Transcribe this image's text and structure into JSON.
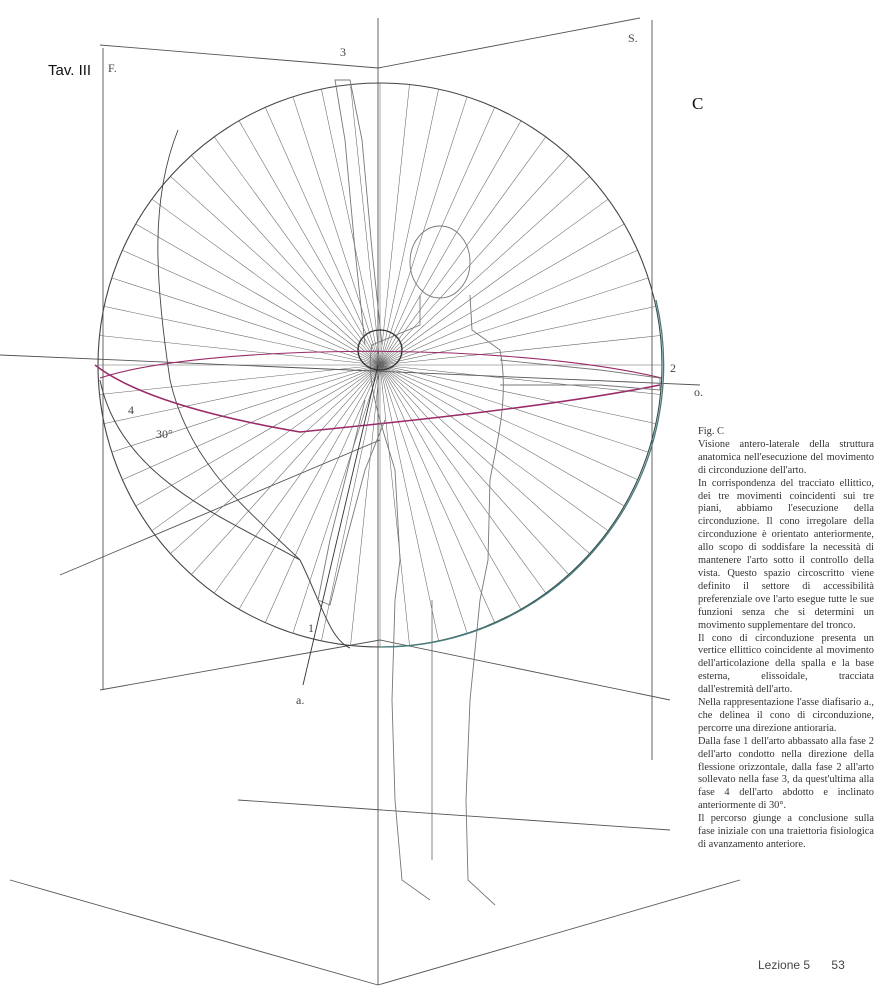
{
  "plate": {
    "label": "Tav. III",
    "figure_letter": "C"
  },
  "diagram_labels": {
    "frontal_plane": "F.",
    "sagittal_plane": "S.",
    "phase_3": "3",
    "phase_2": "2",
    "phase_4": "4",
    "phase_1": "1",
    "angle": "30°",
    "axis_o": "o.",
    "axis_a": "a."
  },
  "caption": {
    "title": "Fig. C",
    "paragraphs": [
      "Visione antero-laterale della struttura anatomica nell'esecuzione del movimento di circonduzione dell'arto.",
      "In corrispondenza del tracciato ellittico, dei tre movimenti coincidenti sui tre piani, abbiamo l'esecuzione della circonduzione. Il cono irregolare della circonduzione è orientato anteriormente, allo scopo di soddisfare la necessità di mantenere l'arto sotto il controllo della vista. Questo spazio circoscritto viene definito il settore di accessibilità preferenziale ove l'arto esegue tutte le sue funzioni senza che si determini un movimento supplementare del tronco.",
      "Il cono di circonduzione presenta un vertice ellittico coincidente al movimento dell'articolazione della spalla e la base esterna, elissoidale, tracciata dall'estremità dell'arto.",
      "Nella rappresentazione l'asse diafisario a., che delinea il cono di circonduzione, percorre una direzione antioraria.",
      "Dalla fase 1 dell'arto abbassato alla fase 2 dell'arto condotto nella direzione della flessione orizzontale, dalla fase 2 all'arto sollevato nella fase 3, da quest'ultima alla fase 4 dell'arto abdotto e inclinato anteriormente di 30°.",
      "Il percorso giunge a conclusione sulla fase iniziale con una traiettoria fisiologica di avanzamento anteriore."
    ]
  },
  "footer": {
    "lesson": "Lezione 5",
    "page": "53"
  },
  "colors": {
    "ink": "#3a3a3a",
    "magenta": "#9a2a6a",
    "teal": "#3f7f7f"
  }
}
